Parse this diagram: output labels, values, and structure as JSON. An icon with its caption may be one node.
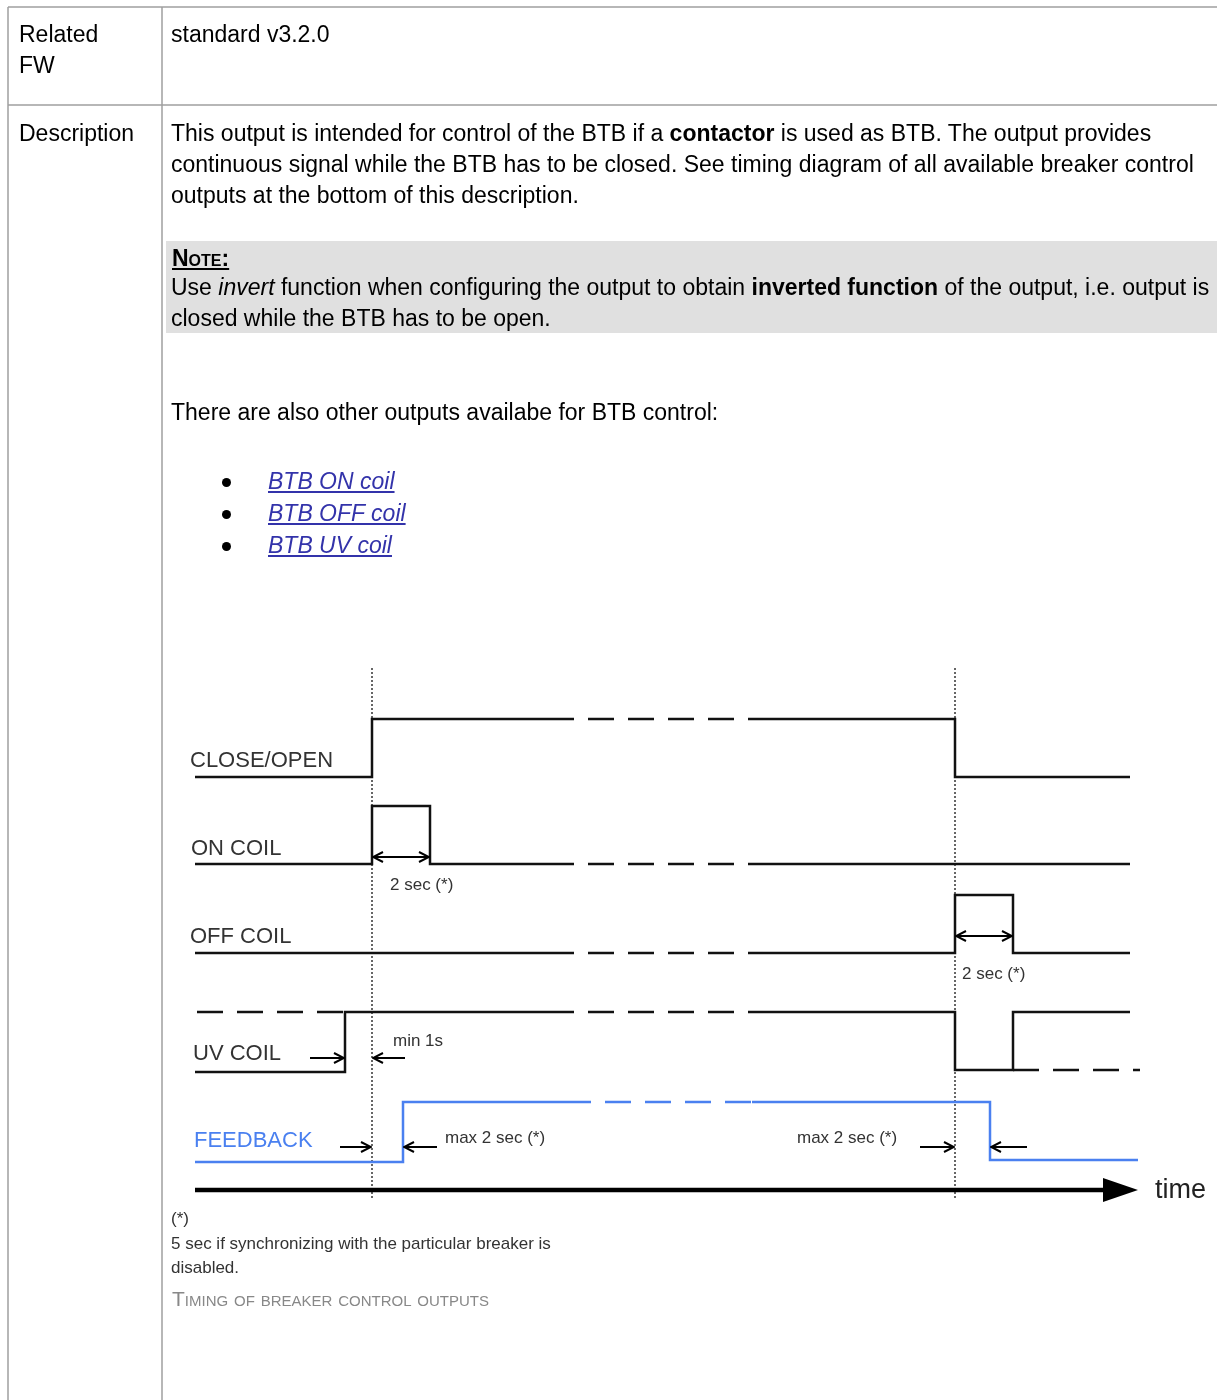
{
  "diagram": {
    "caption": "Timing of breaker control outputs",
    "labels": [
      "Related FW",
      "standard v3.2.0",
      "Description",
      "This output is intended for control of the BTB if a **contactor** is used as BTB. The output provides continuous signal while the BTB has to be closed. See timing diagram of all available breaker control outputs at the bottom of this description.",
      "Note:",
      "Use *invert* function when configuring the output to obtain **inverted function** of the output, i.e. output is closed while the BTB has to be open.",
      "There are also other outputs availabe for BTB control:",
      "BTB ON coil",
      "BTB OFF coil",
      "BTB UV coil",
      "CLOSE/OPEN",
      "ON COIL",
      "2 sec (*)",
      "OFF COIL",
      "2 sec (*)",
      "UV COIL",
      "min 1s",
      "FEEDBACK",
      "max 2 sec (*)",
      "max 2 sec (*)",
      "time",
      "(*)",
      "5 sec if synchronizing with the particular breaker is disabled."
    ]
  }
}
